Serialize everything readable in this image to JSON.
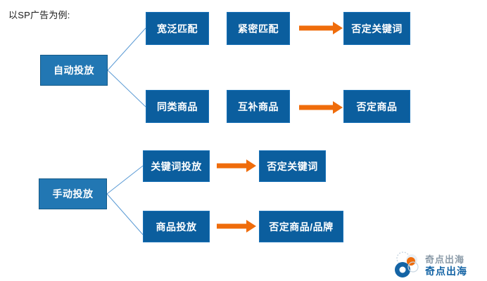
{
  "caption": "以SP广告为例:",
  "diagram": {
    "auto_branch": {
      "root_label": "自动投放",
      "rows": [
        {
          "stage1": "宽泛匹配",
          "stage2": "紧密匹配",
          "stage3": "否定关键词"
        },
        {
          "stage1": "同类商品",
          "stage2": "互补商品",
          "stage3": "否定商品"
        }
      ]
    },
    "manual_branch": {
      "root_label": "手动投放",
      "rows": [
        {
          "stage1": "关键词投放",
          "stage2": "否定关键词"
        },
        {
          "stage1": "商品投放",
          "stage2": "否定商品/品牌"
        }
      ]
    }
  },
  "colors": {
    "node_fill": "#0b5e9e",
    "root_fill": "#2277b3",
    "arrow": "#ef6c0b",
    "connector": "#5b9bd5",
    "text": "#ffffff",
    "logo_blue": "#1464a5",
    "logo_orange": "#ef6c0b"
  },
  "watermark": {
    "brand": "奇点出海"
  }
}
